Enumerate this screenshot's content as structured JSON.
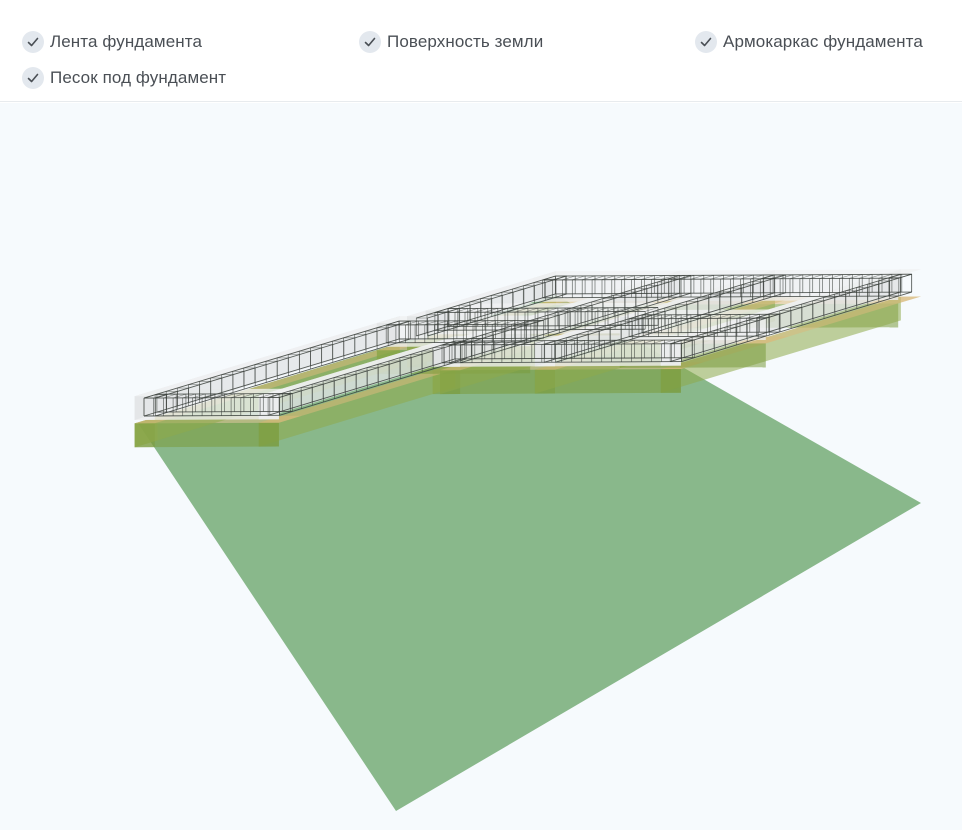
{
  "layers": [
    {
      "label": "Лента фундамента",
      "checked": true,
      "icon": "check-icon"
    },
    {
      "label": "Поверхность земли",
      "checked": true,
      "icon": "check-icon"
    },
    {
      "label": "Армокаркас фундамента",
      "checked": true,
      "icon": "check-icon"
    },
    {
      "label": "Песок под фундамент",
      "checked": true,
      "icon": "check-icon"
    }
  ],
  "colors": {
    "ground": "#89b88b",
    "sand": "#d9b97c",
    "concrete": "#f1f2f3",
    "rebar": "#3a3f3b",
    "check_bg": "#e3e8ee",
    "viewport_bg": "#f6fafd"
  }
}
